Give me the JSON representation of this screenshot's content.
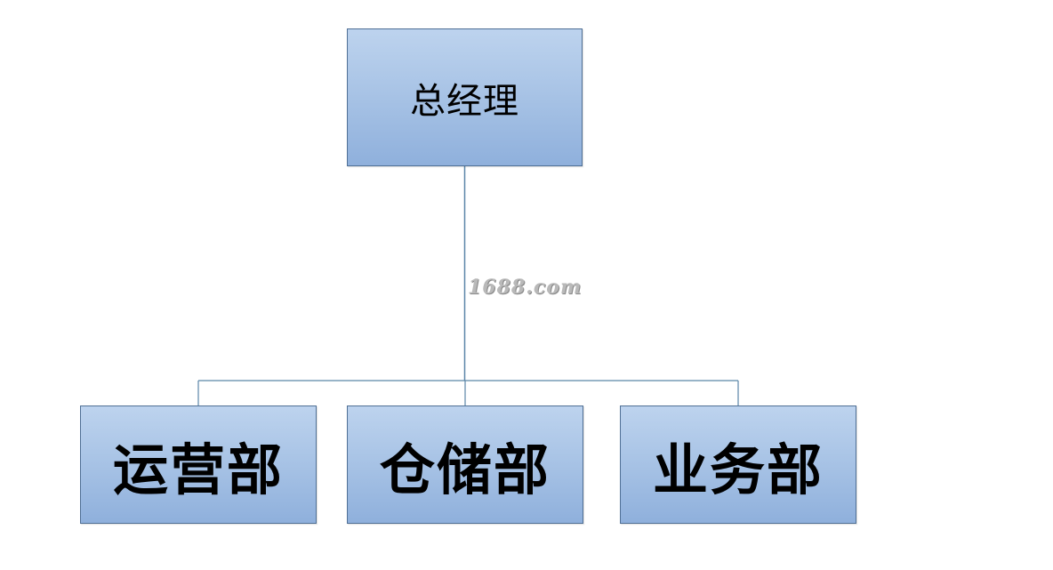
{
  "diagram": {
    "root": {
      "label": "总经理"
    },
    "children": [
      {
        "label": "运营部"
      },
      {
        "label": "仓储部"
      },
      {
        "label": "业务部"
      }
    ]
  },
  "watermark": {
    "text": "1688.com"
  },
  "colors": {
    "box_fill_top": "#bdd3ee",
    "box_fill_bottom": "#8fb0dc",
    "box_border": "#4f6f95",
    "connector": "#5b86a8"
  }
}
